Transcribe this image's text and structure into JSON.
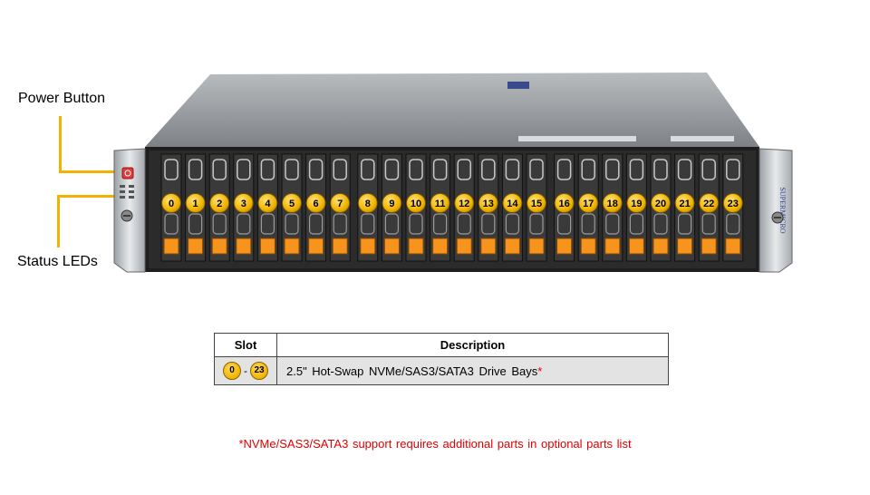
{
  "callouts": {
    "power_button": "Power Button",
    "status_leds": "Status LEDs"
  },
  "server": {
    "brand": "SUPERMICRO",
    "accent_color": "#f2b300",
    "tray_latch_color": "#f7941d",
    "bay_count": 24,
    "bay_labels": [
      "0",
      "1",
      "2",
      "3",
      "4",
      "5",
      "6",
      "7",
      "8",
      "9",
      "10",
      "11",
      "12",
      "13",
      "14",
      "15",
      "16",
      "17",
      "18",
      "19",
      "20",
      "21",
      "22",
      "23"
    ]
  },
  "table": {
    "headers": {
      "slot": "Slot",
      "description": "Description"
    },
    "rows": [
      {
        "slot_start": "0",
        "slot_dash": "-",
        "slot_end": "23",
        "description": "2.5\" Hot-Swap NVMe/SAS3/SATA3 Drive Bays",
        "asterisk": "*"
      }
    ]
  },
  "footnote": "*NVMe/SAS3/SATA3 support requires additional parts in optional parts list"
}
